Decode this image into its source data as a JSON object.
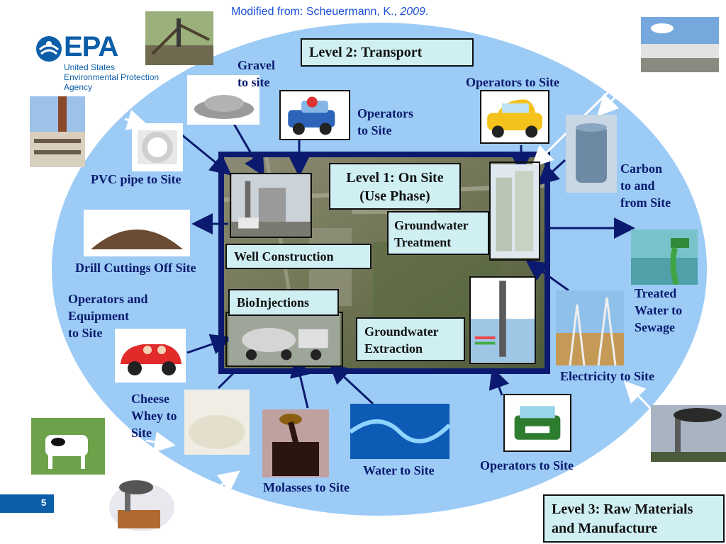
{
  "credit": {
    "text": "Modified from: Scheuermann, K., ",
    "year": "2009",
    "end": "."
  },
  "logo": {
    "mark": "EPA",
    "line1": "United States",
    "line2": "Environmental Protection",
    "line3": "Agency"
  },
  "levels": {
    "transport": "Level 2: Transport",
    "on_site": "Level 1: On Site\n(Use Phase)",
    "raw": "Level 3: Raw Materials\nand Manufacture"
  },
  "boxes": {
    "well": "Well Construction",
    "bio": "BioInjections",
    "gw_treatment": "Groundwater\nTreatment",
    "gw_extraction": "Groundwater\nExtraction"
  },
  "labels": {
    "gravel": "Gravel\nto site",
    "operators_top": "Operators\nto Site",
    "operators_top_right": "Operators to Site",
    "carbon": "Carbon\nto and\nfrom Site",
    "pvc": "PVC pipe to Site",
    "drill": "Drill Cuttings Off Site",
    "operators_equipment": "Operators and\nEquipment\n to Site",
    "treated": "Treated\nWater to\nSewage",
    "electricity": "Electricity to Site",
    "cheese": "Cheese\nWhey to\nSite",
    "molasses": "Molasses to Site",
    "water": "Water to Site",
    "operators_bottom": "Operators to Site"
  },
  "slide_number": "5",
  "colors": {
    "ellipse": "#9ccbf6",
    "site_frame": "#0b1a6e",
    "box_fill": "#cfeff3",
    "label_text": "#0a1a6e",
    "epa_blue": "#0d5ea8",
    "arrow": "#0b1a6e"
  }
}
